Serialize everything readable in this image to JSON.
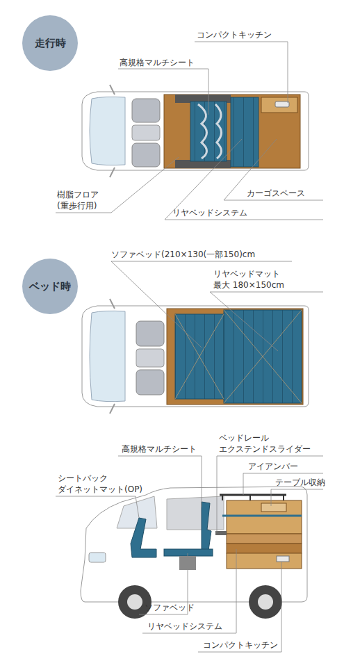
{
  "diagram": {
    "nodes": [
      {
        "text": [
          "走行時"
        ]
      },
      {
        "text": [
          "ベッド時"
        ]
      }
    ],
    "labels": [
      "コンパクトキッチン",
      "高規格マルチシート",
      "樹脂フロア (重歩行用)",
      "カーゴスペース",
      "リヤベッドシステム",
      "ソファベッド(210×130(一部150)cm",
      "リヤベッドマット 最大 180×150cm",
      "高規格マルチシート",
      "シートバック ダイネットマット(OP)",
      "ベッドレール エクステンドスライダー",
      "アイアンバー",
      "テーブル収納",
      "ソファベッド",
      "リヤベッドシステム",
      "コンパクトキッチン"
    ]
  }
}
